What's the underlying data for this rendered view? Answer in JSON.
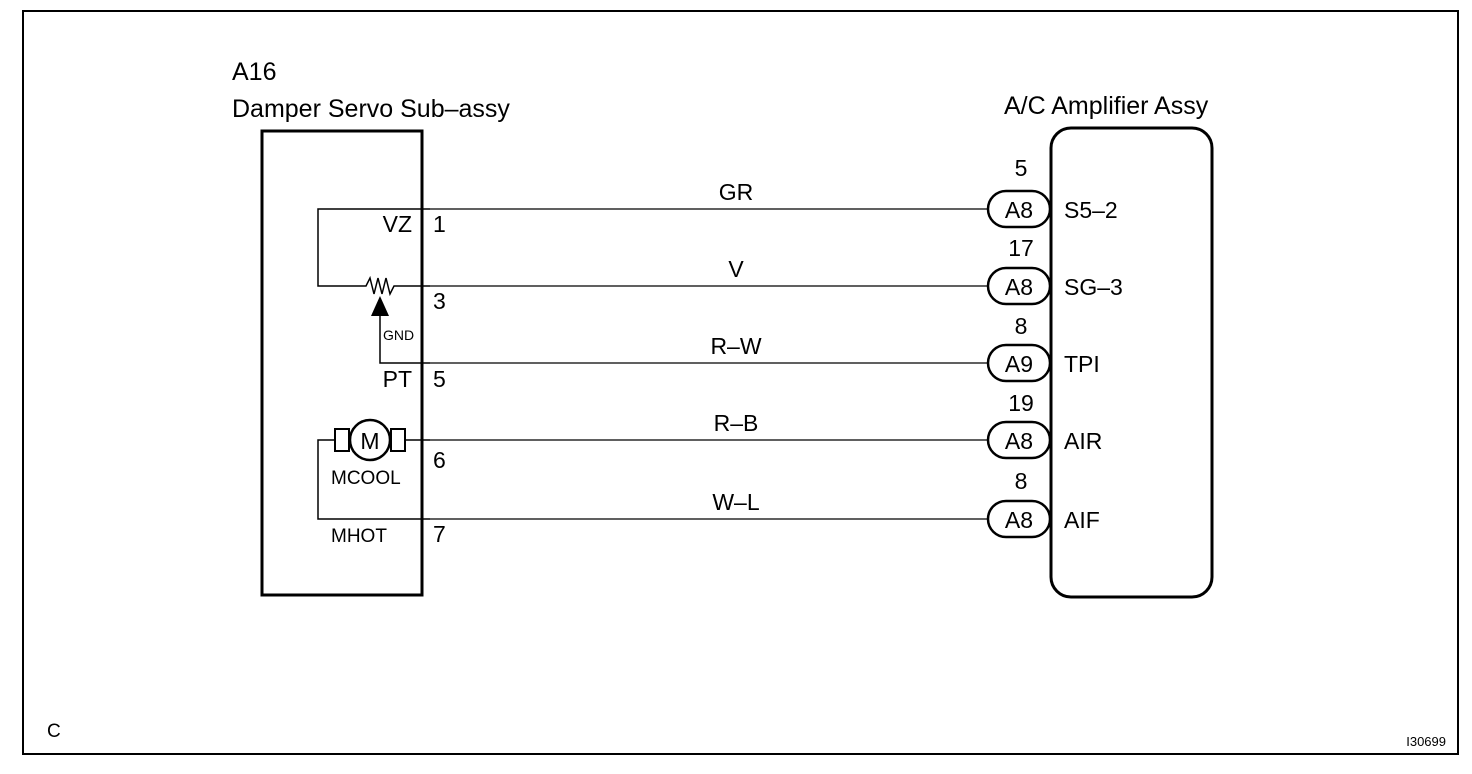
{
  "component_left": {
    "id": "A16",
    "name": "Damper Servo Sub–assy",
    "terminals": {
      "vz": {
        "name": "VZ",
        "pin": "1"
      },
      "sg": {
        "pin": "3"
      },
      "pt": {
        "name": "PT",
        "pin": "5"
      },
      "mcool": {
        "name": "MCOOL",
        "pin": "6"
      },
      "mhot": {
        "name": "MHOT",
        "pin": "7"
      }
    },
    "gnd_label": "GND",
    "motor_label": "M"
  },
  "component_right": {
    "name": "A/C Amplifier Assy",
    "connections": [
      {
        "pin": "5",
        "connector": "A8",
        "terminal": "S5–2"
      },
      {
        "pin": "17",
        "connector": "A8",
        "terminal": "SG–3"
      },
      {
        "pin": "8",
        "connector": "A9",
        "terminal": "TPI"
      },
      {
        "pin": "19",
        "connector": "A8",
        "terminal": "AIR"
      },
      {
        "pin": "8",
        "connector": "A8",
        "terminal": "AIF"
      }
    ]
  },
  "wires": [
    "GR",
    "V",
    "R–W",
    "R–B",
    "W–L"
  ],
  "corner_label": "C",
  "figure_id": "I30699"
}
